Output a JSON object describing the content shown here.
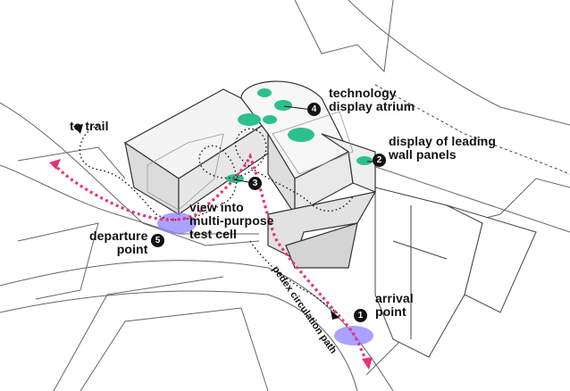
{
  "labels": {
    "technology_atrium": "technology\ndisplay atrium",
    "wall_panels": "display of leading\nwall panels",
    "test_cell": "view into\nmulti-purpose\ntest cell",
    "to_trail": "to trail",
    "departure": "departure\npoint",
    "arrival": "arrival\npoint",
    "circulation_path": "pedex circulation path"
  },
  "markers": {
    "m1": "1",
    "m2": "2",
    "m3": "3",
    "m4": "4",
    "m5": "5"
  },
  "colors": {
    "path": "#e8307a",
    "atrium": "#2cc08f",
    "highlight": "#8f82ff",
    "ink": "#222222"
  }
}
